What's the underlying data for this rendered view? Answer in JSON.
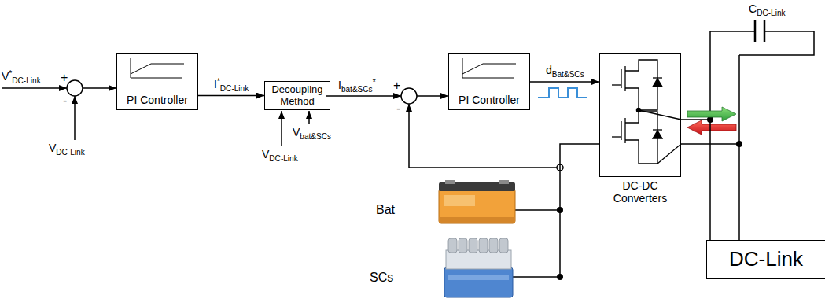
{
  "diagram": {
    "nodes": [
      {
        "text": [
          "PI Controller"
        ]
      },
      {
        "text": [
          "Decoupling Method"
        ]
      },
      {
        "text": [
          "PI Controller"
        ]
      },
      {
        "text": [
          "DC-DC Converters"
        ]
      },
      {
        "text": [
          "DC-Link"
        ]
      }
    ],
    "edges": [
      {
        "from": 0,
        "to": 1,
        "arrow": "to",
        "label": "I*DC-Link"
      },
      {
        "from": 2,
        "to": 3,
        "arrow": "to",
        "label": "dBat&SCs"
      },
      {
        "from": 3,
        "to": 4,
        "arrow": "none"
      }
    ],
    "labels": [
      "V*DC-Link",
      "+",
      "-",
      "VDC-Link",
      "VDC-Link",
      "Vbat&SCs",
      "Ibat&SCs*",
      "+",
      "-",
      "CDC-Link",
      "Bat",
      "SCs"
    ]
  }
}
